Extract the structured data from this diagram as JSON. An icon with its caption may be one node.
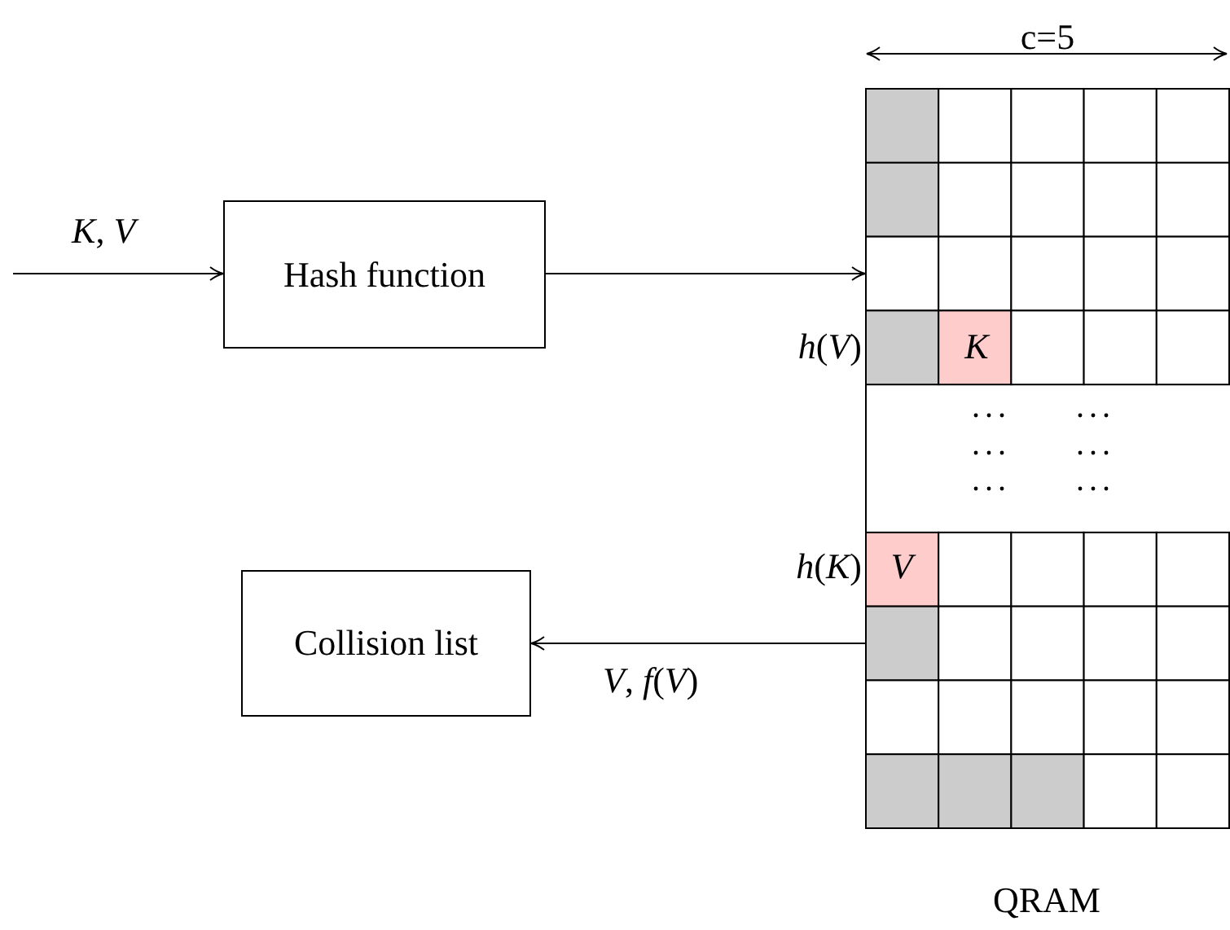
{
  "diagram": {
    "nodes": [
      {
        "text": [
          "Hash function"
        ]
      },
      {
        "text": [
          "Collision list"
        ]
      },
      {
        "text": [],
        "shape": "box",
        "beside": [
          "QRAM"
        ]
      }
    ],
    "edges": [
      {
        "from": null,
        "to": 0,
        "arrow": "to",
        "label": "*K*, *V*"
      },
      {
        "from": 0,
        "to": 2,
        "arrow": "to"
      },
      {
        "from": 2,
        "to": 1,
        "arrow": "to",
        "label": "*V*, *f*(*V*)"
      }
    ],
    "labels": [
      "c=5",
      "*h*(*V*)",
      "*K*",
      "*h*(*K*)",
      "*V*"
    ]
  }
}
